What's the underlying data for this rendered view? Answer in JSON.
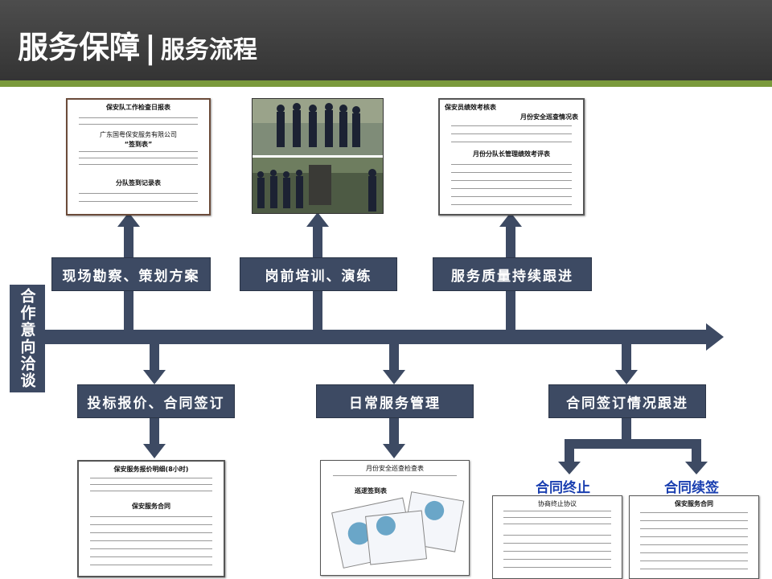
{
  "header": {
    "title": "服务保障",
    "separator": "|",
    "subtitle": "服务流程"
  },
  "start": {
    "label": "合作意向洽谈"
  },
  "top_steps": [
    {
      "label": "现场勘察、策划方案"
    },
    {
      "label": "岗前培训、演练"
    },
    {
      "label": "服务质量持续跟进"
    }
  ],
  "bottom_steps": [
    {
      "label": "投标报价、合同签订"
    },
    {
      "label": "日常服务管理"
    },
    {
      "label": "合同签订情况跟进"
    }
  ],
  "outcomes": {
    "terminate": "合同终止",
    "renew": "合同续签"
  },
  "docs": {
    "survey_title": "保安队工作检查日报表",
    "survey_company": "广东国粤保安服务有限公司",
    "survey_sub": "“签到表”",
    "survey_sub2": "分队签到记录表",
    "quality_title": "保安员绩效考核表",
    "quality_sub": "月份安全巡查情况表",
    "quality_sub2": "月份分队长管理绩效考评表",
    "contract_title": "保安服务报价明细(8小时)",
    "contract_sub": "保安服务合同",
    "daily_title": "月份安全巡查检查表",
    "daily_sub": "巡逻签到表",
    "terminate_doc_title": "协商终止协议",
    "renew_doc_title": "保安服务合同"
  },
  "colors": {
    "box": "#3d4a63",
    "arrow": "#3d4a63",
    "header": "#3a3a3a",
    "stripe": "#7a9a3c",
    "outcome_text": "#1a3fb0"
  }
}
